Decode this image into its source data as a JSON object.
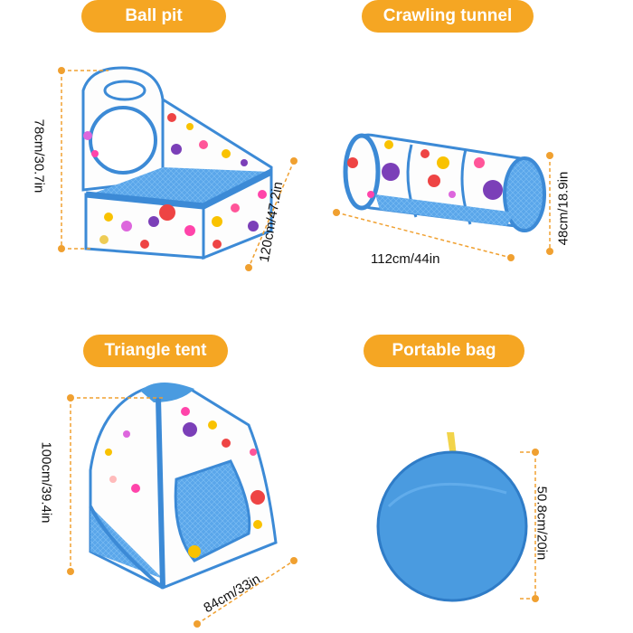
{
  "colors": {
    "label_bg": "#f5a623",
    "measure": "#f0a030",
    "fabric_blue": "#4a9be0",
    "mesh_blue": "#6bb4ef",
    "outline": "#3c8ad6"
  },
  "products": [
    {
      "name": "Ball pit",
      "height": "78cm/30.7in",
      "width": "120cm/47.2in"
    },
    {
      "name": "Crawling tunnel",
      "length": "112cm/44in",
      "diameter": "48cm/18.9in"
    },
    {
      "name": "Triangle tent",
      "height": "100cm/39.4in",
      "width": "84cm/33in"
    },
    {
      "name": "Portable bag",
      "diameter": "50.8cm/20in"
    }
  ]
}
